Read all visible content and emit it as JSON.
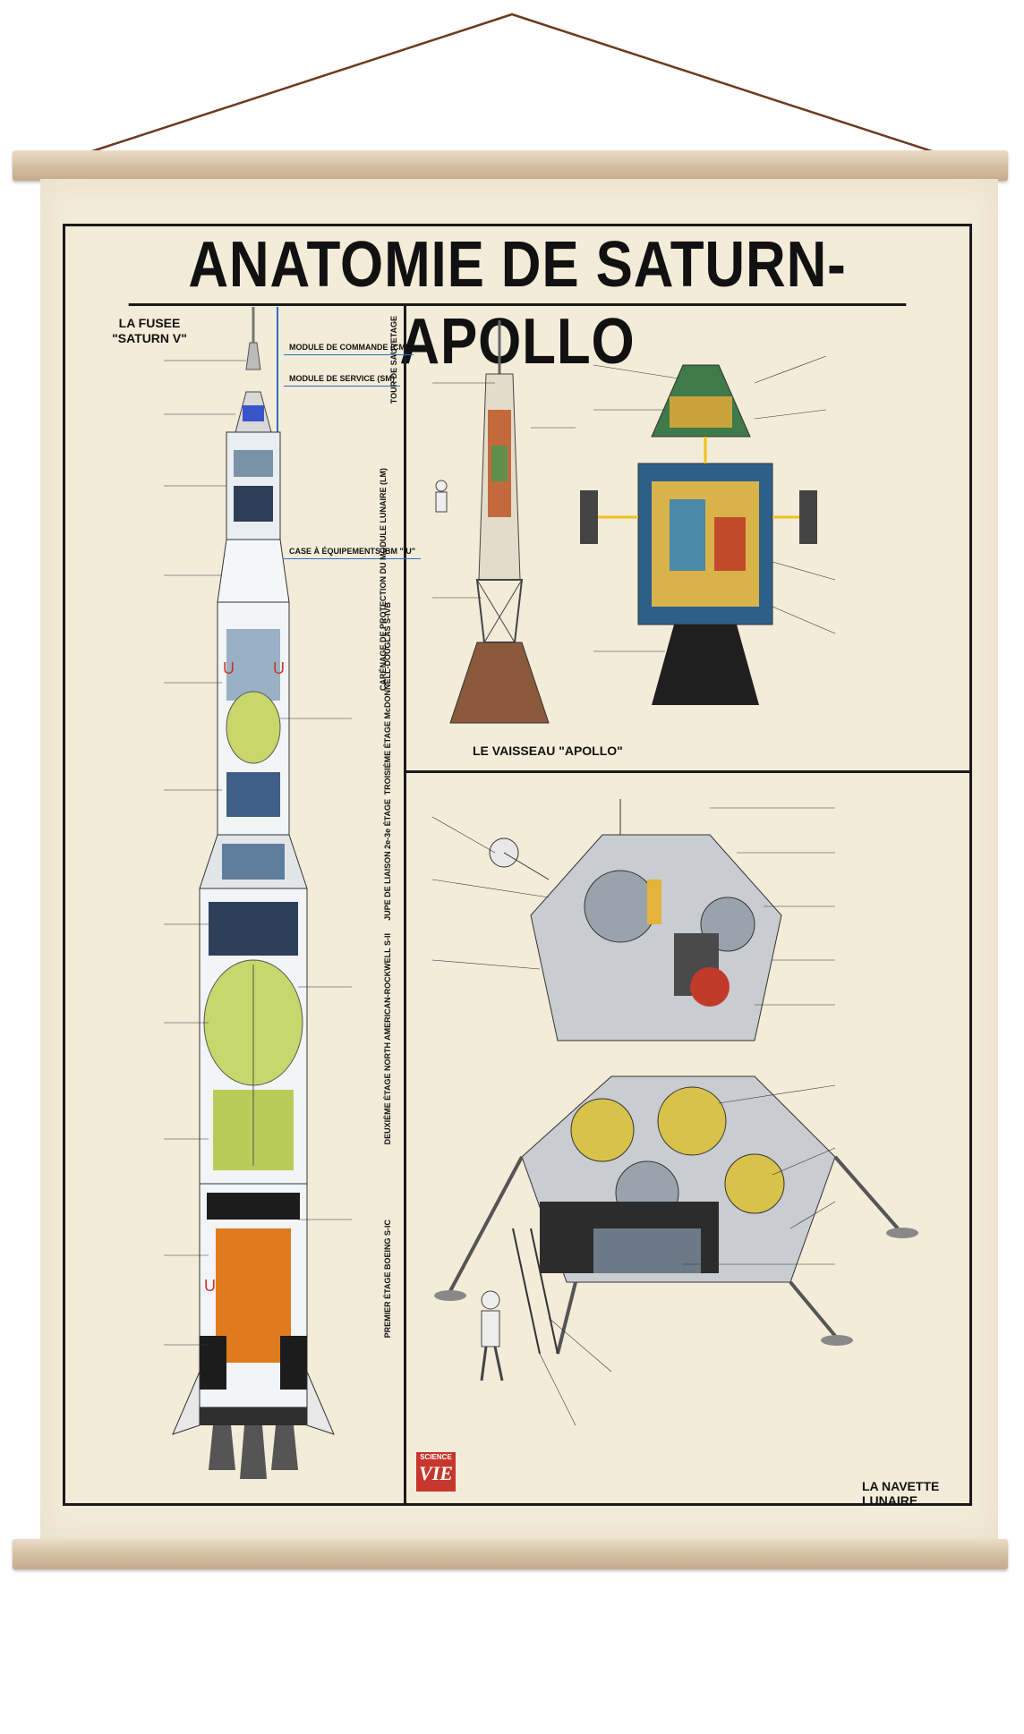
{
  "title": "ANATOMIE DE SATURN-APOLLO",
  "rocket": {
    "heading_line1": "LA FUSEE",
    "heading_line2": "\"SATURN V\"",
    "sections": [
      {
        "label": "MODULE DE COMMANDE (CM)"
      },
      {
        "label": "MODULE DE SERVICE (SM)"
      },
      {
        "label": "CASE À ÉQUIPEMENTS IBM \"IU\""
      }
    ],
    "vertical_labels": [
      "TOUR DE SAUVETAGE",
      "CARÉNAGE DE PROTECTION DU MODULE LUNAIRE (LM)",
      "TROISIÈME ÉTAGE McDONNELL-DOUGLAS S-IVB",
      "JUPE DE LIAISON 2e-3e ÉTAGE",
      "DEUXIÈME ÉTAGE NORTH AMERICAN-ROCKWELL S-II",
      "PREMIER ÉTAGE BOEING S-IC"
    ]
  },
  "apollo": {
    "heading": "LE VAISSEAU \"APOLLO\""
  },
  "lunar_module": {
    "heading": "LA NAVETTE LUNAIRE"
  },
  "publisher": {
    "line1": "SCIENCE",
    "line2": "VIE"
  },
  "colors": {
    "frame": "#1a1a1a",
    "paper": "#f3ecd9",
    "rod": "#d4bea0",
    "accent_blue": "#2e6cc4",
    "stripe_red": "#c8372d"
  }
}
